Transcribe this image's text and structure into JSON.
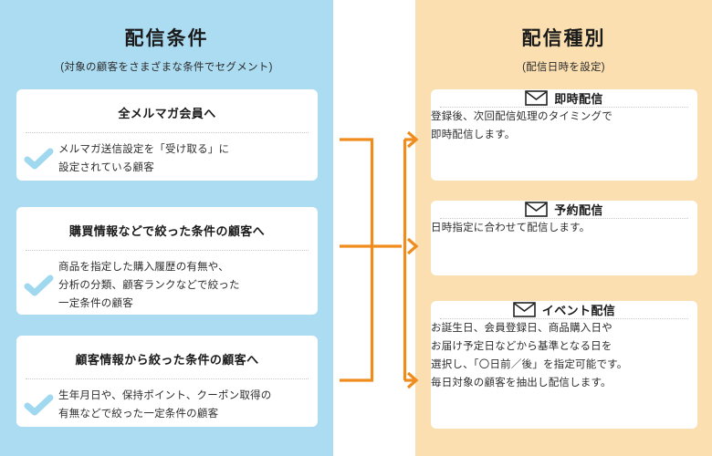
{
  "left_panel": {
    "title": "配信条件",
    "subtitle": "(対象の顧客をさまざまな条件でセグメント)",
    "bg_color": "#abdcf2",
    "check_color": "#9fd8ef",
    "cards": [
      {
        "heading": "全メルマガ会員へ",
        "icon": "check-icon",
        "lines": [
          "メルマガ送信設定を「受け取る」に",
          "設定されている顧客"
        ]
      },
      {
        "heading": "購買情報などで絞った条件の顧客へ",
        "icon": "check-icon",
        "lines": [
          "商品を指定した購入履歴の有無や、",
          "分析の分類、顧客ランクなどで絞った",
          "一定条件の顧客"
        ]
      },
      {
        "heading": "顧客情報から絞った条件の顧客へ",
        "icon": "check-icon",
        "lines": [
          "生年月日や、保持ポイント、クーポン取得の",
          "有無などで絞った一定条件の顧客"
        ]
      }
    ]
  },
  "right_panel": {
    "title": "配信種別",
    "subtitle": "(配信日時を設定)",
    "bg_color": "#fbdfb0",
    "cards": [
      {
        "heading": "即時配信",
        "icon": "envelope-icon",
        "lines": [
          "登録後、次回配信処理のタイミングで",
          "即時配信します。"
        ]
      },
      {
        "heading": "予約配信",
        "icon": "envelope-icon",
        "lines": [
          "日時指定に合わせて配信します。"
        ]
      },
      {
        "heading": "イベント配信",
        "icon": "envelope-icon",
        "lines": [
          "お誕生日、会員登録日、商品購入日や",
          "お届け予定日などから基準となる日を",
          "選択し、「〇日前／後」を指定可能です。",
          "毎日対象の顧客を抽出し配信します。"
        ]
      }
    ]
  },
  "connectors": {
    "color": "#f08c1e",
    "arrow_count": 3
  }
}
